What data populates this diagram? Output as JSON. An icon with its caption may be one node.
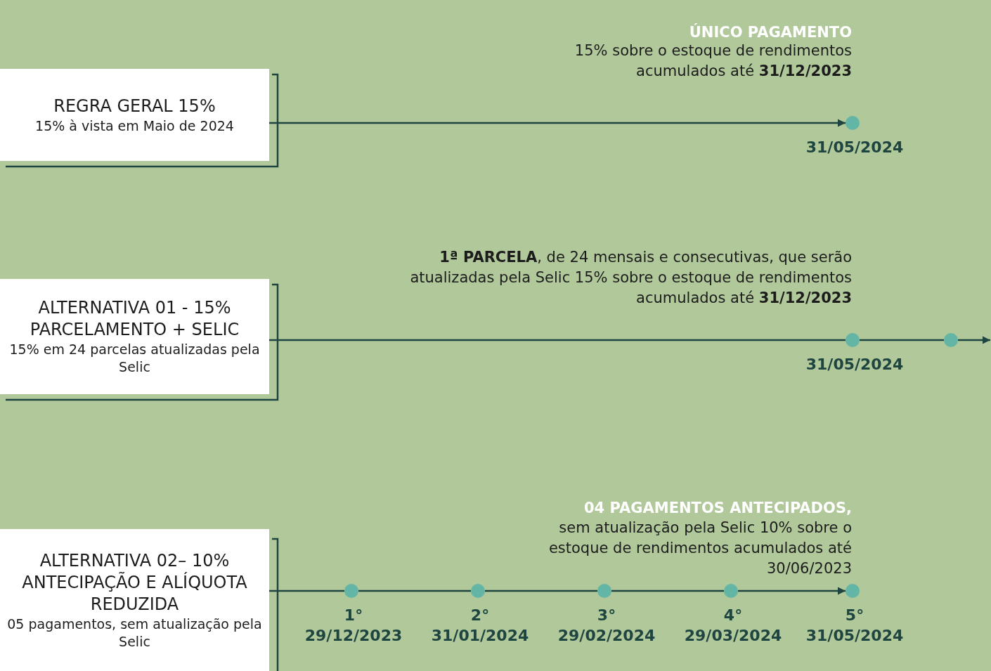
{
  "diagram": {
    "nodes": [
      {
        "text": [
          "REGRA GERAL 15%",
          "15% à vista em Maio de 2024"
        ]
      },
      {
        "text": [],
        "shape": "circle",
        "beside": [
          "31/05/2024"
        ]
      },
      {
        "text": [
          "ALTERNATIVA 01 - 15% PARCELAMENTO + SELIC",
          "15% em 24 parcelas atualizadas pela Selic"
        ]
      },
      {
        "text": [],
        "shape": "circle",
        "beside": [
          "31/05/2024"
        ]
      },
      {
        "text": [],
        "shape": "circle"
      },
      {
        "text": [
          "ALTERNATIVA 02– 10% ANTECIPAÇÃO E ALÍQUOTA REDUZIDA",
          "05 pagamentos, sem atualização pela Selic"
        ]
      },
      {
        "text": [],
        "shape": "circle",
        "beside": [
          "1°",
          "29/12/2023"
        ]
      },
      {
        "text": [],
        "shape": "circle",
        "beside": [
          "2°",
          "31/01/2024"
        ]
      },
      {
        "text": [],
        "shape": "circle",
        "beside": [
          "3°",
          "29/02/2024"
        ]
      },
      {
        "text": [],
        "shape": "circle",
        "beside": [
          "4°",
          "29/03/2024"
        ]
      },
      {
        "text": [],
        "shape": "circle",
        "beside": [
          "5°",
          "31/05/2024"
        ]
      }
    ],
    "edges": [
      {
        "from": 0,
        "to": 1,
        "arrow": "to"
      },
      {
        "from": 2,
        "to": 3,
        "arrow": "none"
      },
      {
        "from": 3,
        "to": 4,
        "arrow": "none"
      },
      {
        "from": 4,
        "to": null,
        "arrow": "to"
      },
      {
        "from": 5,
        "to": 6,
        "arrow": "none"
      },
      {
        "from": 6,
        "to": 7,
        "arrow": "none"
      },
      {
        "from": 7,
        "to": 8,
        "arrow": "none"
      },
      {
        "from": 8,
        "to": 9,
        "arrow": "none"
      },
      {
        "from": 9,
        "to": 10,
        "arrow": "to"
      }
    ],
    "labels": [
      "ÚNICO PAGAMENTO",
      "15% sobre o estoque de rendimentos acumulados até **31/12/2023**",
      "**1ª PARCELA**, de 24 mensais e consecutivas, que serão atualizadas pela Selic 15% sobre o estoque de rendimentos acumulados até **31/12/2023**",
      "04 PAGAMENTOS ANTECIPADOS,",
      "sem atualização pela Selic 10% sobre o estoque de rendimentos acumulados até 30/06/2023"
    ]
  }
}
